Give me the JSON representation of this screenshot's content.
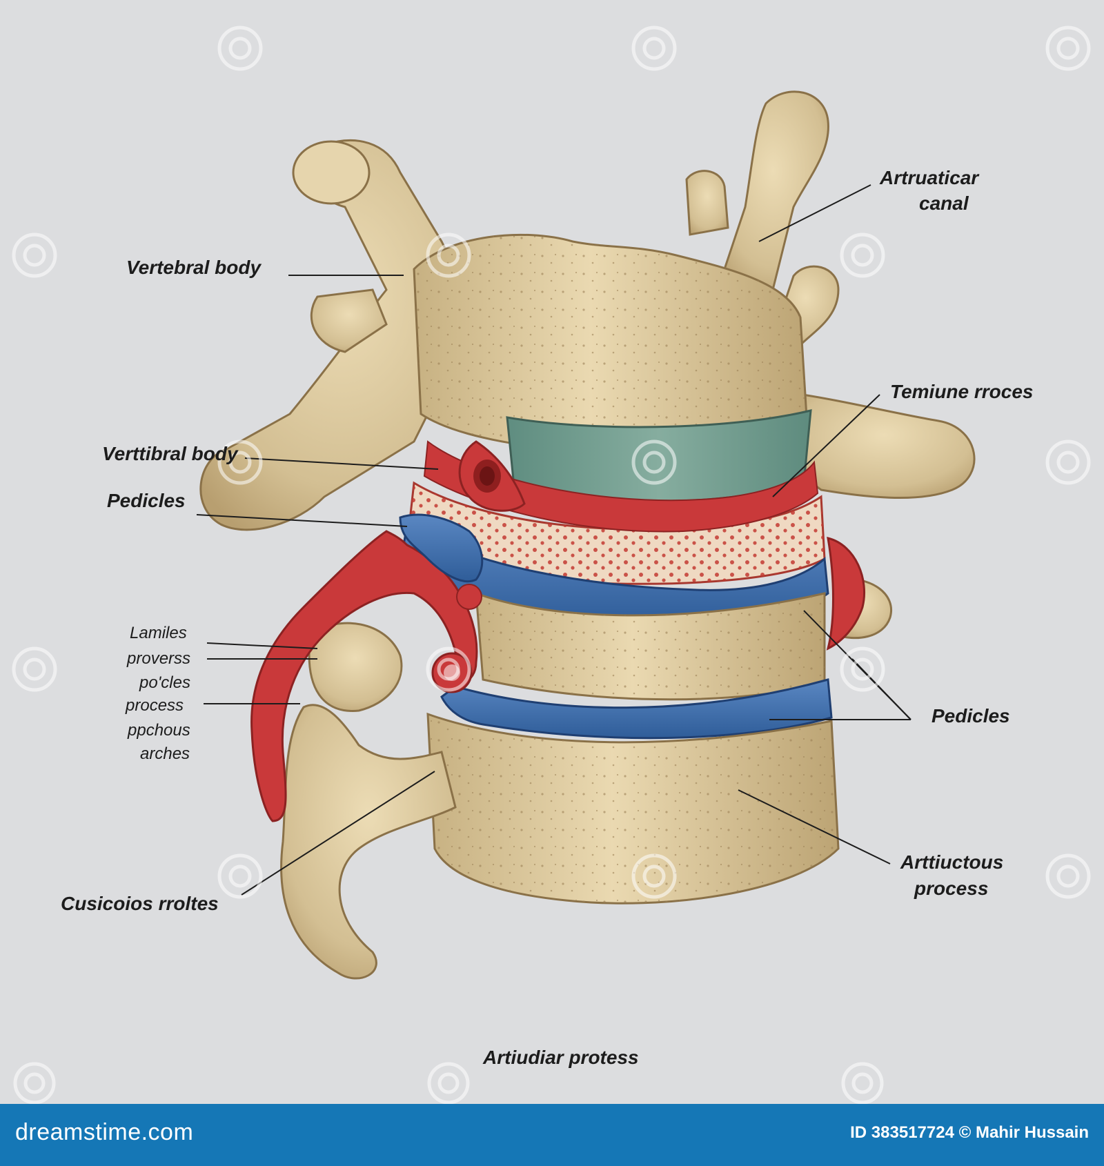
{
  "labels": {
    "artruaticar_canal_1": "Artruaticar",
    "artruaticar_canal_2": "canal",
    "vertebral_body": "Vertebral body",
    "temiune_rroces": "Temiune rroces",
    "verttibral_body": "Verttibral body",
    "pedicles_left": "Pedicles",
    "lamiles": "Lamiles",
    "proverss": "proverss",
    "pocles": "po'cles",
    "process": "process",
    "ppchous": "ppchous",
    "arches": "arches",
    "pedicles_right": "Pedicles",
    "cusicoios_rroltes": "Cusicoios rroltes",
    "arttiuctous_1": "Arttiuctous",
    "arttiuctous_2": "process",
    "artiudiar_protess": "Artiudiar protess"
  },
  "footer": {
    "brand": "dreamstime.com",
    "credit": "ID 383517724 © Mahir Hussain"
  },
  "colors": {
    "background": "#dcdddf",
    "bone": "#d6c39a",
    "disc_green": "#6f9a8e",
    "artery_red": "#c9393a",
    "vein_blue": "#3f6fae",
    "footer_blue": "#1577b6"
  }
}
